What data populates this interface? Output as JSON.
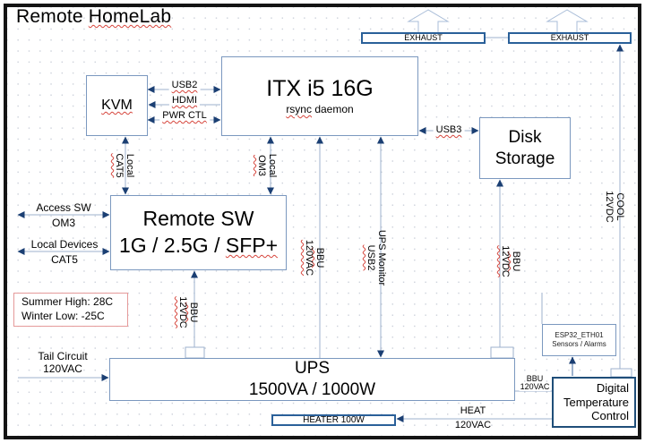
{
  "title": {
    "part1": "Remote ",
    "part2": "HomeLab"
  },
  "nodes": {
    "kvm": {
      "label": "KVM"
    },
    "itx": {
      "title": "ITX i5 16G",
      "sub1": "rsync",
      "sub2": " daemon"
    },
    "disk_storage": {
      "label": "Disk\nStorage"
    },
    "remote_sw": {
      "line1": "Remote SW",
      "line2a": "1G / 2.5G / ",
      "line2b": "SFP+"
    },
    "ups": {
      "line1": "UPS",
      "line2": "1500VA / 1000W"
    },
    "exhaust_left": {
      "label": "EXHAUST"
    },
    "exhaust_right": {
      "label": "EXHAUST"
    },
    "heater": {
      "label": "HEATER 100W"
    },
    "esp32": {
      "line1": "ESP32_ETH01",
      "line2": "Sensors / Alarms"
    },
    "temp_control": {
      "label": "Digital\nTemperature\nControl"
    },
    "climate_note": {
      "line1": "Summer High: 28C",
      "line2": "Winter Low: -25C"
    }
  },
  "edges": {
    "usb2": "USB2",
    "hdmi": "HDMI",
    "pwr_ctl": "PWR CTL",
    "usb3": "USB3",
    "local_cat5": {
      "line1": "Local",
      "line2": "CAT5"
    },
    "local_om3": {
      "line1": "Local",
      "line2": "OM3"
    },
    "bbu_120vac": {
      "line1": "BBU",
      "line2": "120VAC"
    },
    "ups_monitor": {
      "line1": "UPS Monitor",
      "line2": "USB2"
    },
    "bbu_12vdc_disk": {
      "line1": "BBU",
      "line2": "12VDC"
    },
    "bbu_12vdc_sw": {
      "line1": "BBU",
      "line2": "12VDC"
    },
    "cool_12vdc": {
      "line1": "COOL",
      "line2": "12VDC"
    },
    "access_sw": {
      "line1": "Access SW",
      "line2": "OM3"
    },
    "local_devices": {
      "line1": "Local Devices",
      "line2": "CAT5"
    },
    "tail_circuit": {
      "line1": "Tail Circuit",
      "line2": "120VAC"
    },
    "bbu_ups_to_ctrl": {
      "line1": "BBU",
      "line2": "120VAC"
    },
    "heat": {
      "line1": "HEAT",
      "line2": "120VAC"
    }
  },
  "colors": {
    "box_border": "#7b98bf",
    "line": "#9db2cd",
    "arrowhead": "#1b3f73",
    "emphasis_border": "#2a6099",
    "control_border": "#1f4e79",
    "note_border": "#e59a9a",
    "spellcheck_underline": "#d6453c",
    "text": "#000000"
  }
}
